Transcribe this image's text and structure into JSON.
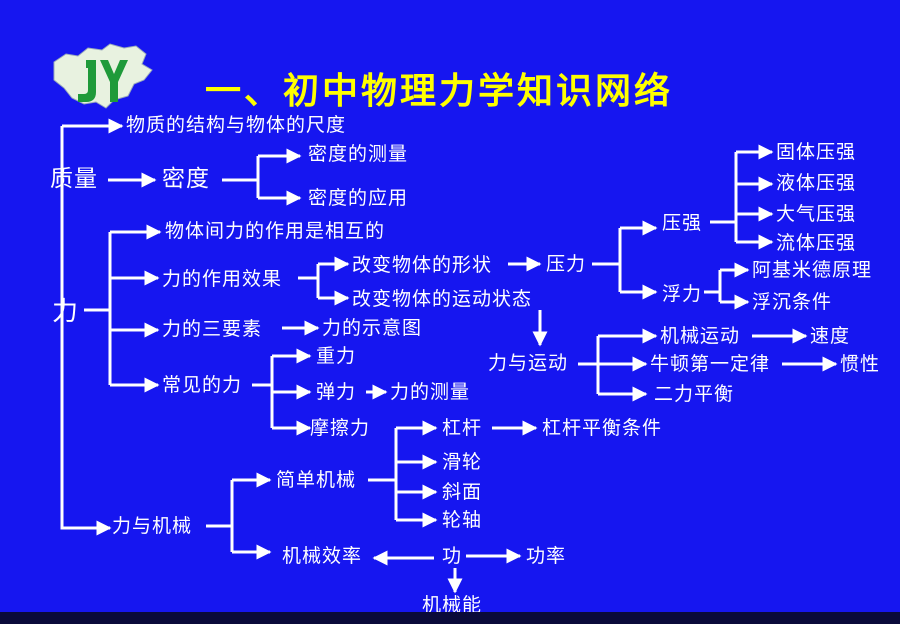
{
  "title": "一、初中物理力学知识网络",
  "logo": {
    "text": "JY"
  },
  "colors": {
    "background": "#1616f0",
    "title": "#ffff00",
    "text": "#ffffff",
    "lines": "#ffffff"
  },
  "nodes": {
    "structure": "物质的结构与物体的尺度",
    "mass": "质量",
    "density": "密度",
    "density_measure": "密度的测量",
    "density_apply": "密度的应用",
    "mutual": "物体间力的作用是相互的",
    "effect": "力的作用效果",
    "change_shape": "改变物体的形状",
    "change_motion": "改变物体的运动状态",
    "force": "力",
    "three_elements": "力的三要素",
    "diagram": "力的示意图",
    "common": "常见的力",
    "gravity": "重力",
    "elastic": "弹力",
    "force_measure": "力的测量",
    "friction": "摩擦力",
    "pressure_force": "压力",
    "pressure": "压强",
    "solid_p": "固体压强",
    "liquid_p": "液体压强",
    "air_p": "大气压强",
    "fluid_p": "流体压强",
    "buoyancy": "浮力",
    "archimedes": "阿基米德原理",
    "float_sink": "浮沉条件",
    "force_motion": "力与运动",
    "mech_motion": "机械运动",
    "speed": "速度",
    "newton": "牛顿第一定律",
    "inertia": "惯性",
    "balance": "二力平衡",
    "lever": "杠杆",
    "lever_cond": "杠杆平衡条件",
    "simple_machine": "简单机械",
    "pulley": "滑轮",
    "incline": "斜面",
    "axle": "轮轴",
    "force_machine": "力与机械",
    "efficiency": "机械效率",
    "work": "功",
    "power": "功率",
    "mech_energy": "机械能"
  }
}
